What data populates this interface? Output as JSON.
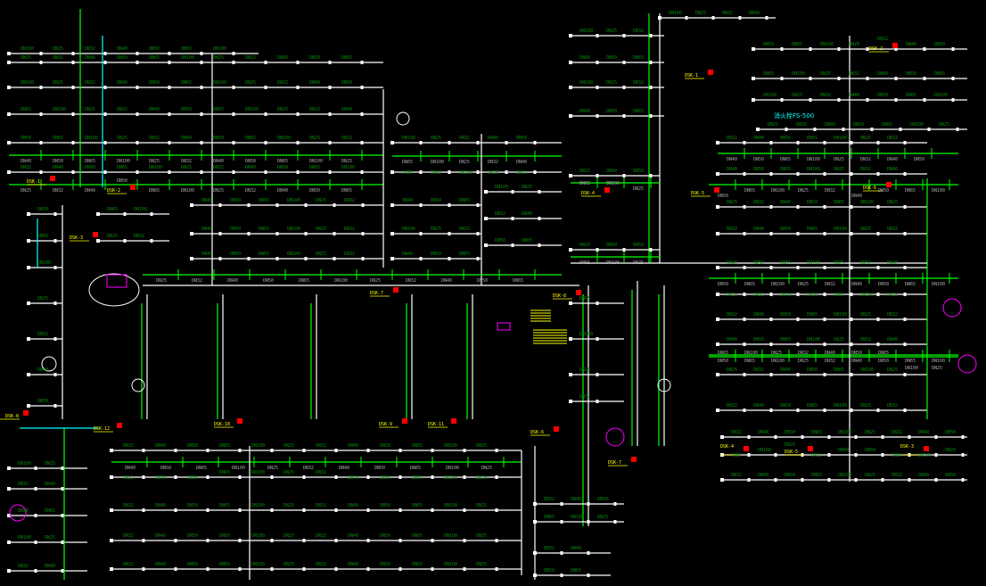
{
  "drawing": {
    "title_label": "消火栓FS-500",
    "pipe_labels": [
      "DN25",
      "DN32",
      "DN40",
      "DN50",
      "DN65",
      "DN100"
    ],
    "riser_tags": [
      "DSK-1",
      "DSK-2",
      "DSK-3",
      "DSK-4",
      "DSK-5",
      "DSK-6",
      "DSK-7",
      "DSK-8",
      "DSK-9",
      "DSK-10",
      "DSK-11",
      "DSK-12"
    ],
    "colors": {
      "background": "#000000",
      "pipe_main": "#ffffff",
      "pipe_branch": "#00ff00",
      "pipe_supply": "#00ffff",
      "accent_red": "#ff0000",
      "tag_yellow": "#ffff00",
      "magenta": "#ff00ff"
    }
  }
}
